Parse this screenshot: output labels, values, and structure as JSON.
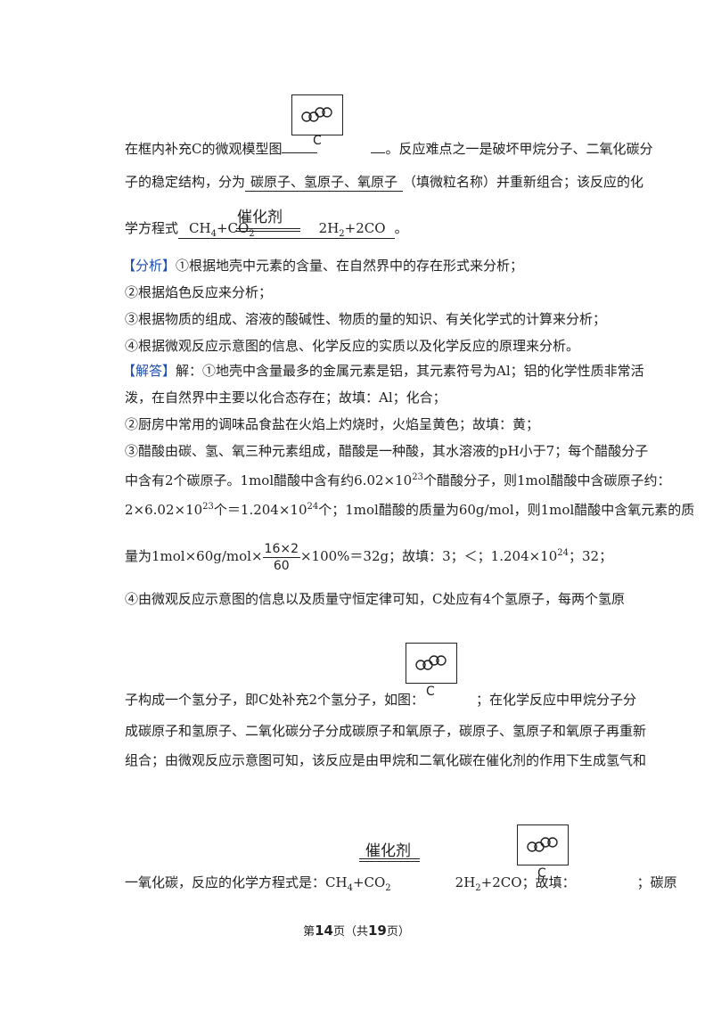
{
  "para1": {
    "a1": "在框内补充C的微观模型图",
    "a2": "。反应难点之一是破坏甲烷分子、二氧化碳分",
    "b1": "子的稳定结构，分为",
    "b2": "碳原子、氢原子、氧原子",
    "b3": "（填微粒名称）并重新组合；该反应的化",
    "c1": "学方程式",
    "catalyst": "催化剂",
    "end": "。"
  },
  "model": {
    "label": "C"
  },
  "analysis": {
    "tag": "【分析】",
    "l1": "①根据地壳中元素的含量、在自然界中的存在形式来分析；",
    "l2": "②根据焰色反应来分析；",
    "l3": "③根据物质的组成、溶液的酸碱性、物质的量的知识、有关化学式的计算来分析；",
    "l4": "④根据微观反应示意图的信息、化学反应的实质以及化学反应的原理来分析。"
  },
  "answer": {
    "tag": "【解答】",
    "l1": "解：①地壳中含量最多的金属元素是铝，其元素符号为Al；铝的化学性质非常活",
    "l2": "泼，在自然界中主要以化合态存在；故填：Al；化合；",
    "l3": "②厨房中常用的调味品食盐在火焰上灼烧时，火焰呈黄色；故填：黄；",
    "l4": "③醋酸由碳、氢、氧三种元素组成，醋酸是一种酸，其水溶液的pH小于7；每个醋酸分子",
    "l5a": "中含有2个碳原子。1mol醋酸中含有约6.02×10",
    "l5b": "个醋酸分子，则1mol醋酸中含碳原子约：",
    "l6a": "2×6.02×10",
    "l6b": "个＝1.204×10",
    "l6c": "个；1mol醋酸的质量为60g/mol，则1mol醋酸中含氧元素的质",
    "l7a": "量为1mol×60g/mol×",
    "frac_num": "16×2",
    "frac_den": "60",
    "l7b": "×100%＝32g；故填：3；＜；1.204×10",
    "l7c": "；32；",
    "l8": "④由微观反应示意图的信息以及质量守恒定律可知，C处应有4个氢原子，每两个氢原",
    "l9a": "子构成一个氢分子，即C处补充2个氢分子，如图：",
    "l9b": "；在化学反应中甲烷分子分",
    "l10": "成碳原子和氢原子、二氧化碳分子分成碳原子和氧原子，碳原子、氢原子和氧原子再重新",
    "l11": "组合；由微观反应示意图可知，该反应是由甲烷和二氧化碳在催化剂的作用下生成氢气和",
    "l12a": "一氧化碳，反应的化学方程式是：",
    "l12c": "；故填：",
    "l12d": "；碳原"
  },
  "footer": {
    "pre": "第",
    "page": "14",
    "mid": "页（共",
    "total": "19",
    "post": "页）"
  }
}
